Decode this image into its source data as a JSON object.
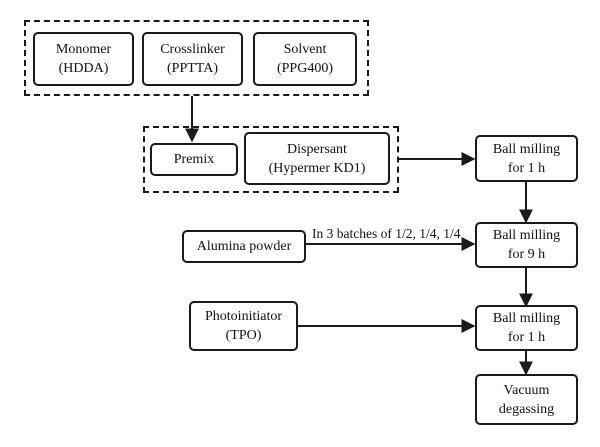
{
  "colors": {
    "stroke": "#1a1a1a",
    "background": "#ffffff"
  },
  "group1": {
    "monomer": [
      "Monomer",
      "(HDDA)"
    ],
    "crosslinker": [
      "Crosslinker",
      "(PPTTA)"
    ],
    "solvent": [
      "Solvent",
      "(PPG400)"
    ]
  },
  "group2": {
    "premix": "Premix",
    "dispersant": [
      "Dispersant",
      "(Hypermer KD1)"
    ]
  },
  "inputs": {
    "alumina": "Alumina powder",
    "batches_note": "In 3 batches of 1/2, 1/4, 1/4",
    "photoinitiator": [
      "Photoinitiator",
      "(TPO)"
    ]
  },
  "steps": {
    "ball_milling_1": [
      "Ball milling",
      "for 1 h"
    ],
    "ball_milling_2": [
      "Ball milling",
      "for 9 h"
    ],
    "ball_milling_3": [
      "Ball milling",
      "for 1 h"
    ],
    "vacuum": [
      "Vacuum",
      "degassing"
    ]
  }
}
